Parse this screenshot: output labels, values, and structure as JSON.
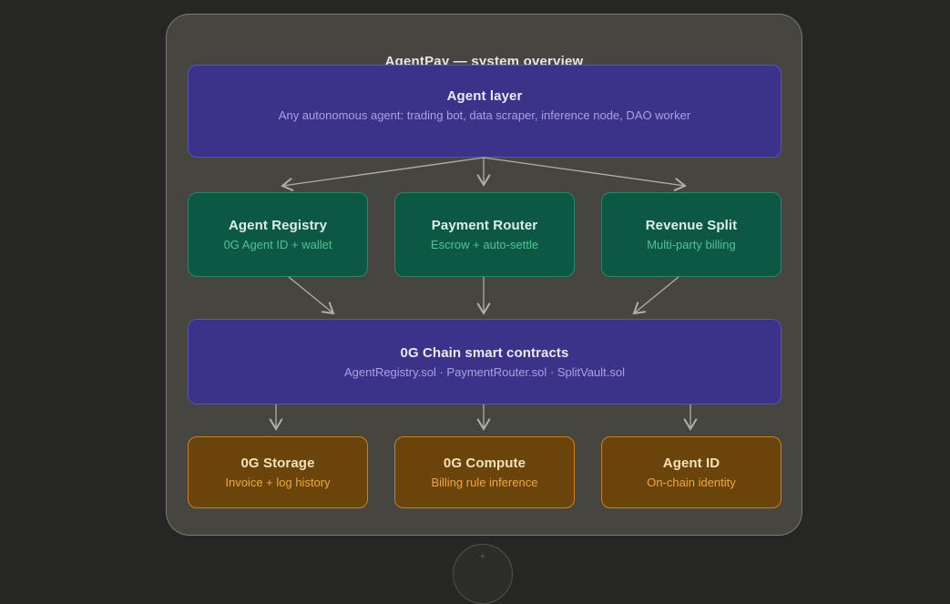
{
  "header": {
    "title": "AgentPay — system overview"
  },
  "diagram": {
    "nodes": [
      {
        "id": "agent-layer",
        "title": "Agent layer",
        "subtitle": "Any autonomous agent: trading bot, data scraper, inference node, DAO worker",
        "variant": "purple"
      },
      {
        "id": "agent-registry",
        "title": "Agent Registry",
        "subtitle": "0G Agent ID + wallet",
        "variant": "green"
      },
      {
        "id": "payment-router",
        "title": "Payment Router",
        "subtitle": "Escrow + auto-settle",
        "variant": "green"
      },
      {
        "id": "revenue-split",
        "title": "Revenue Split",
        "subtitle": "Multi-party billing",
        "variant": "green"
      },
      {
        "id": "chain-contracts",
        "title": "0G Chain smart contracts",
        "subtitle": "AgentRegistry.sol · PaymentRouter.sol · SplitVault.sol",
        "variant": "purple"
      },
      {
        "id": "og-storage",
        "title": "0G Storage",
        "subtitle": "Invoice + log history",
        "variant": "orange"
      },
      {
        "id": "og-compute",
        "title": "0G Compute",
        "subtitle": "Billing rule inference",
        "variant": "orange"
      },
      {
        "id": "agent-id",
        "title": "Agent ID",
        "subtitle": "On-chain identity",
        "variant": "orange"
      }
    ],
    "colors": {
      "page_bg": "#262625",
      "canvas_bg": "#474540",
      "purple_fill": "#3b3389",
      "purple_border": "#5a52b4",
      "purple_title": "#eae8f7",
      "purple_subtitle": "#a9a1e0",
      "green_fill": "#0d5745",
      "green_border": "#2e8468",
      "green_title": "#dceee5",
      "green_subtitle": "#4fc492",
      "orange_fill": "#6b440b",
      "orange_border": "#c5811f",
      "orange_title": "#f5e1bd",
      "orange_subtitle": "#efa73e",
      "edge": "#b3aea8"
    }
  }
}
